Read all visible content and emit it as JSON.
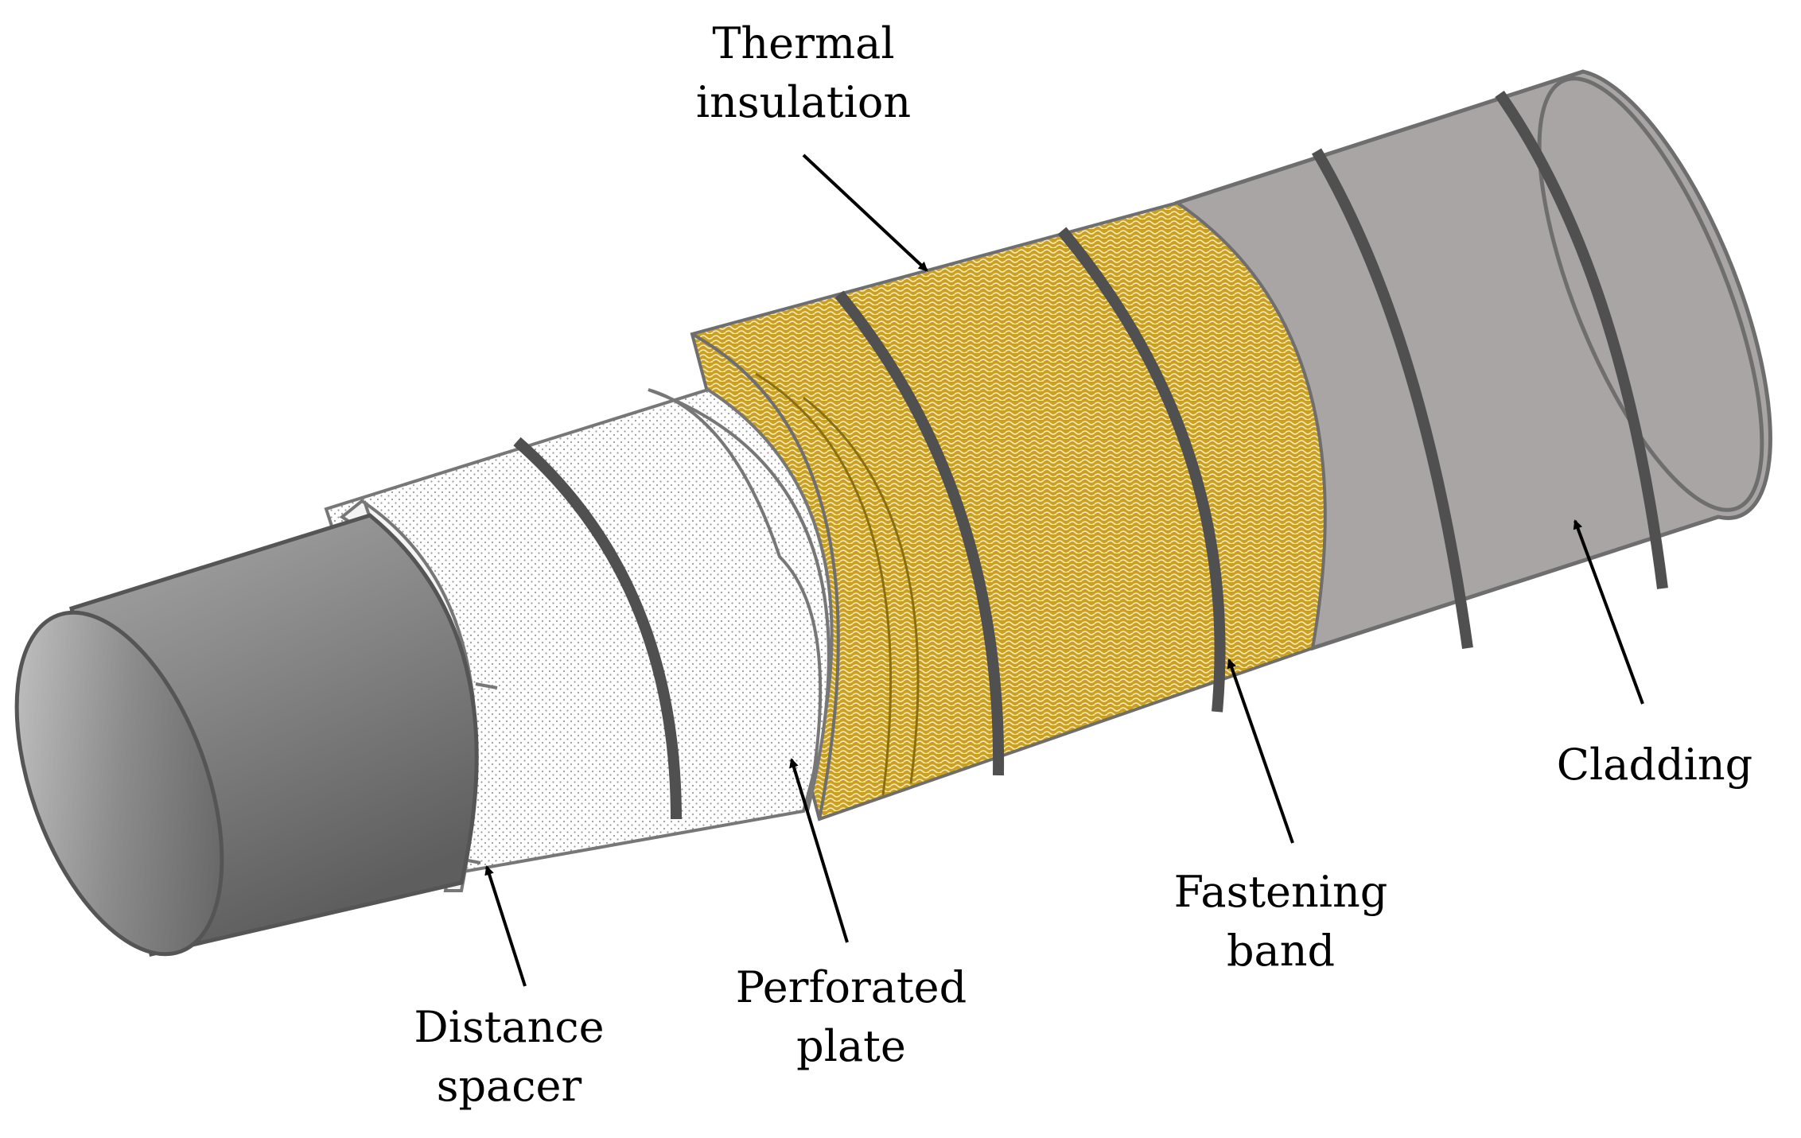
{
  "labels": {
    "thermal_insulation": [
      "Thermal",
      "insulation"
    ],
    "distance_spacer": [
      "Distance",
      "spacer"
    ],
    "perforated_plate": [
      "Perforated",
      "plate"
    ],
    "fastening_band": [
      "Fastening",
      "band"
    ],
    "cladding": [
      "Cladding"
    ]
  },
  "colors": {
    "pipe": "#8a8a8a",
    "cladding": "#aaa5a5",
    "insulation": "#c9a020",
    "perforated_plate": "#f2f2f2",
    "band": "#505050"
  }
}
